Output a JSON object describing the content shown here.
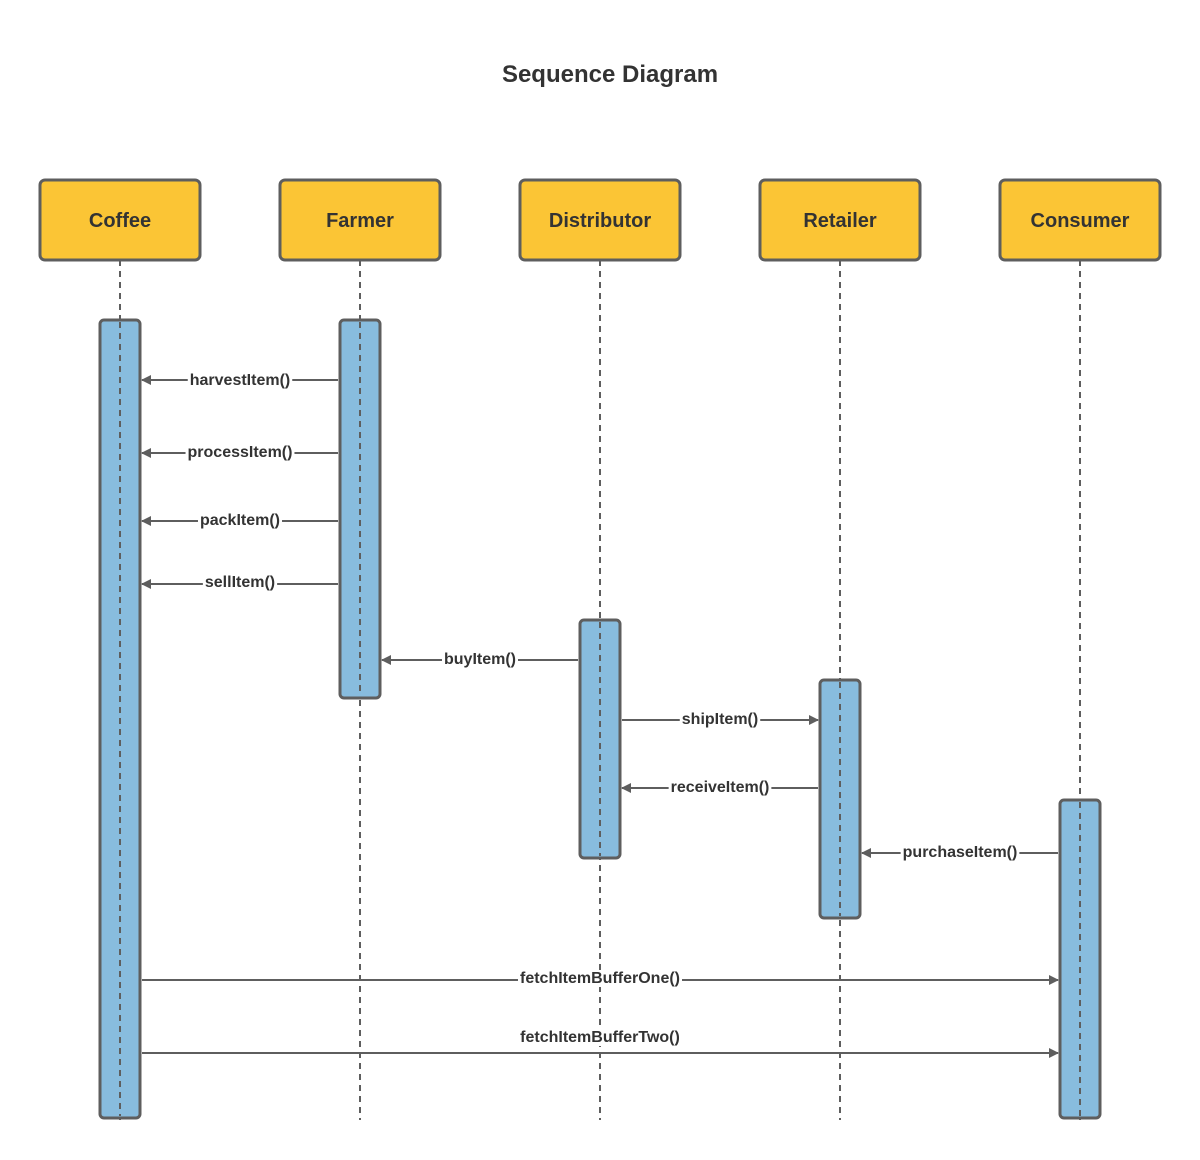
{
  "title": "Sequence Diagram",
  "colors": {
    "actor_fill": "#FBC535",
    "activation_fill": "#88BCDE",
    "stroke": "#5E5E5E",
    "text": "#333333"
  },
  "actors": [
    {
      "id": "coffee",
      "label": "Coffee"
    },
    {
      "id": "farmer",
      "label": "Farmer"
    },
    {
      "id": "distributor",
      "label": "Distributor"
    },
    {
      "id": "retailer",
      "label": "Retailer"
    },
    {
      "id": "consumer",
      "label": "Consumer"
    }
  ],
  "messages": [
    {
      "from": "farmer",
      "to": "coffee",
      "label": "harvestItem()"
    },
    {
      "from": "farmer",
      "to": "coffee",
      "label": "processItem()"
    },
    {
      "from": "farmer",
      "to": "coffee",
      "label": "packItem()"
    },
    {
      "from": "farmer",
      "to": "coffee",
      "label": "sellItem()"
    },
    {
      "from": "distributor",
      "to": "farmer",
      "label": "buyItem()"
    },
    {
      "from": "distributor",
      "to": "retailer",
      "label": "shipItem()"
    },
    {
      "from": "retailer",
      "to": "distributor",
      "label": "receiveItem()"
    },
    {
      "from": "consumer",
      "to": "retailer",
      "label": "purchaseItem()"
    },
    {
      "from": "coffee",
      "to": "consumer",
      "label": "fetchItemBufferOne()"
    },
    {
      "from": "coffee",
      "to": "consumer",
      "label": "fetchItemBufferTwo()"
    }
  ]
}
